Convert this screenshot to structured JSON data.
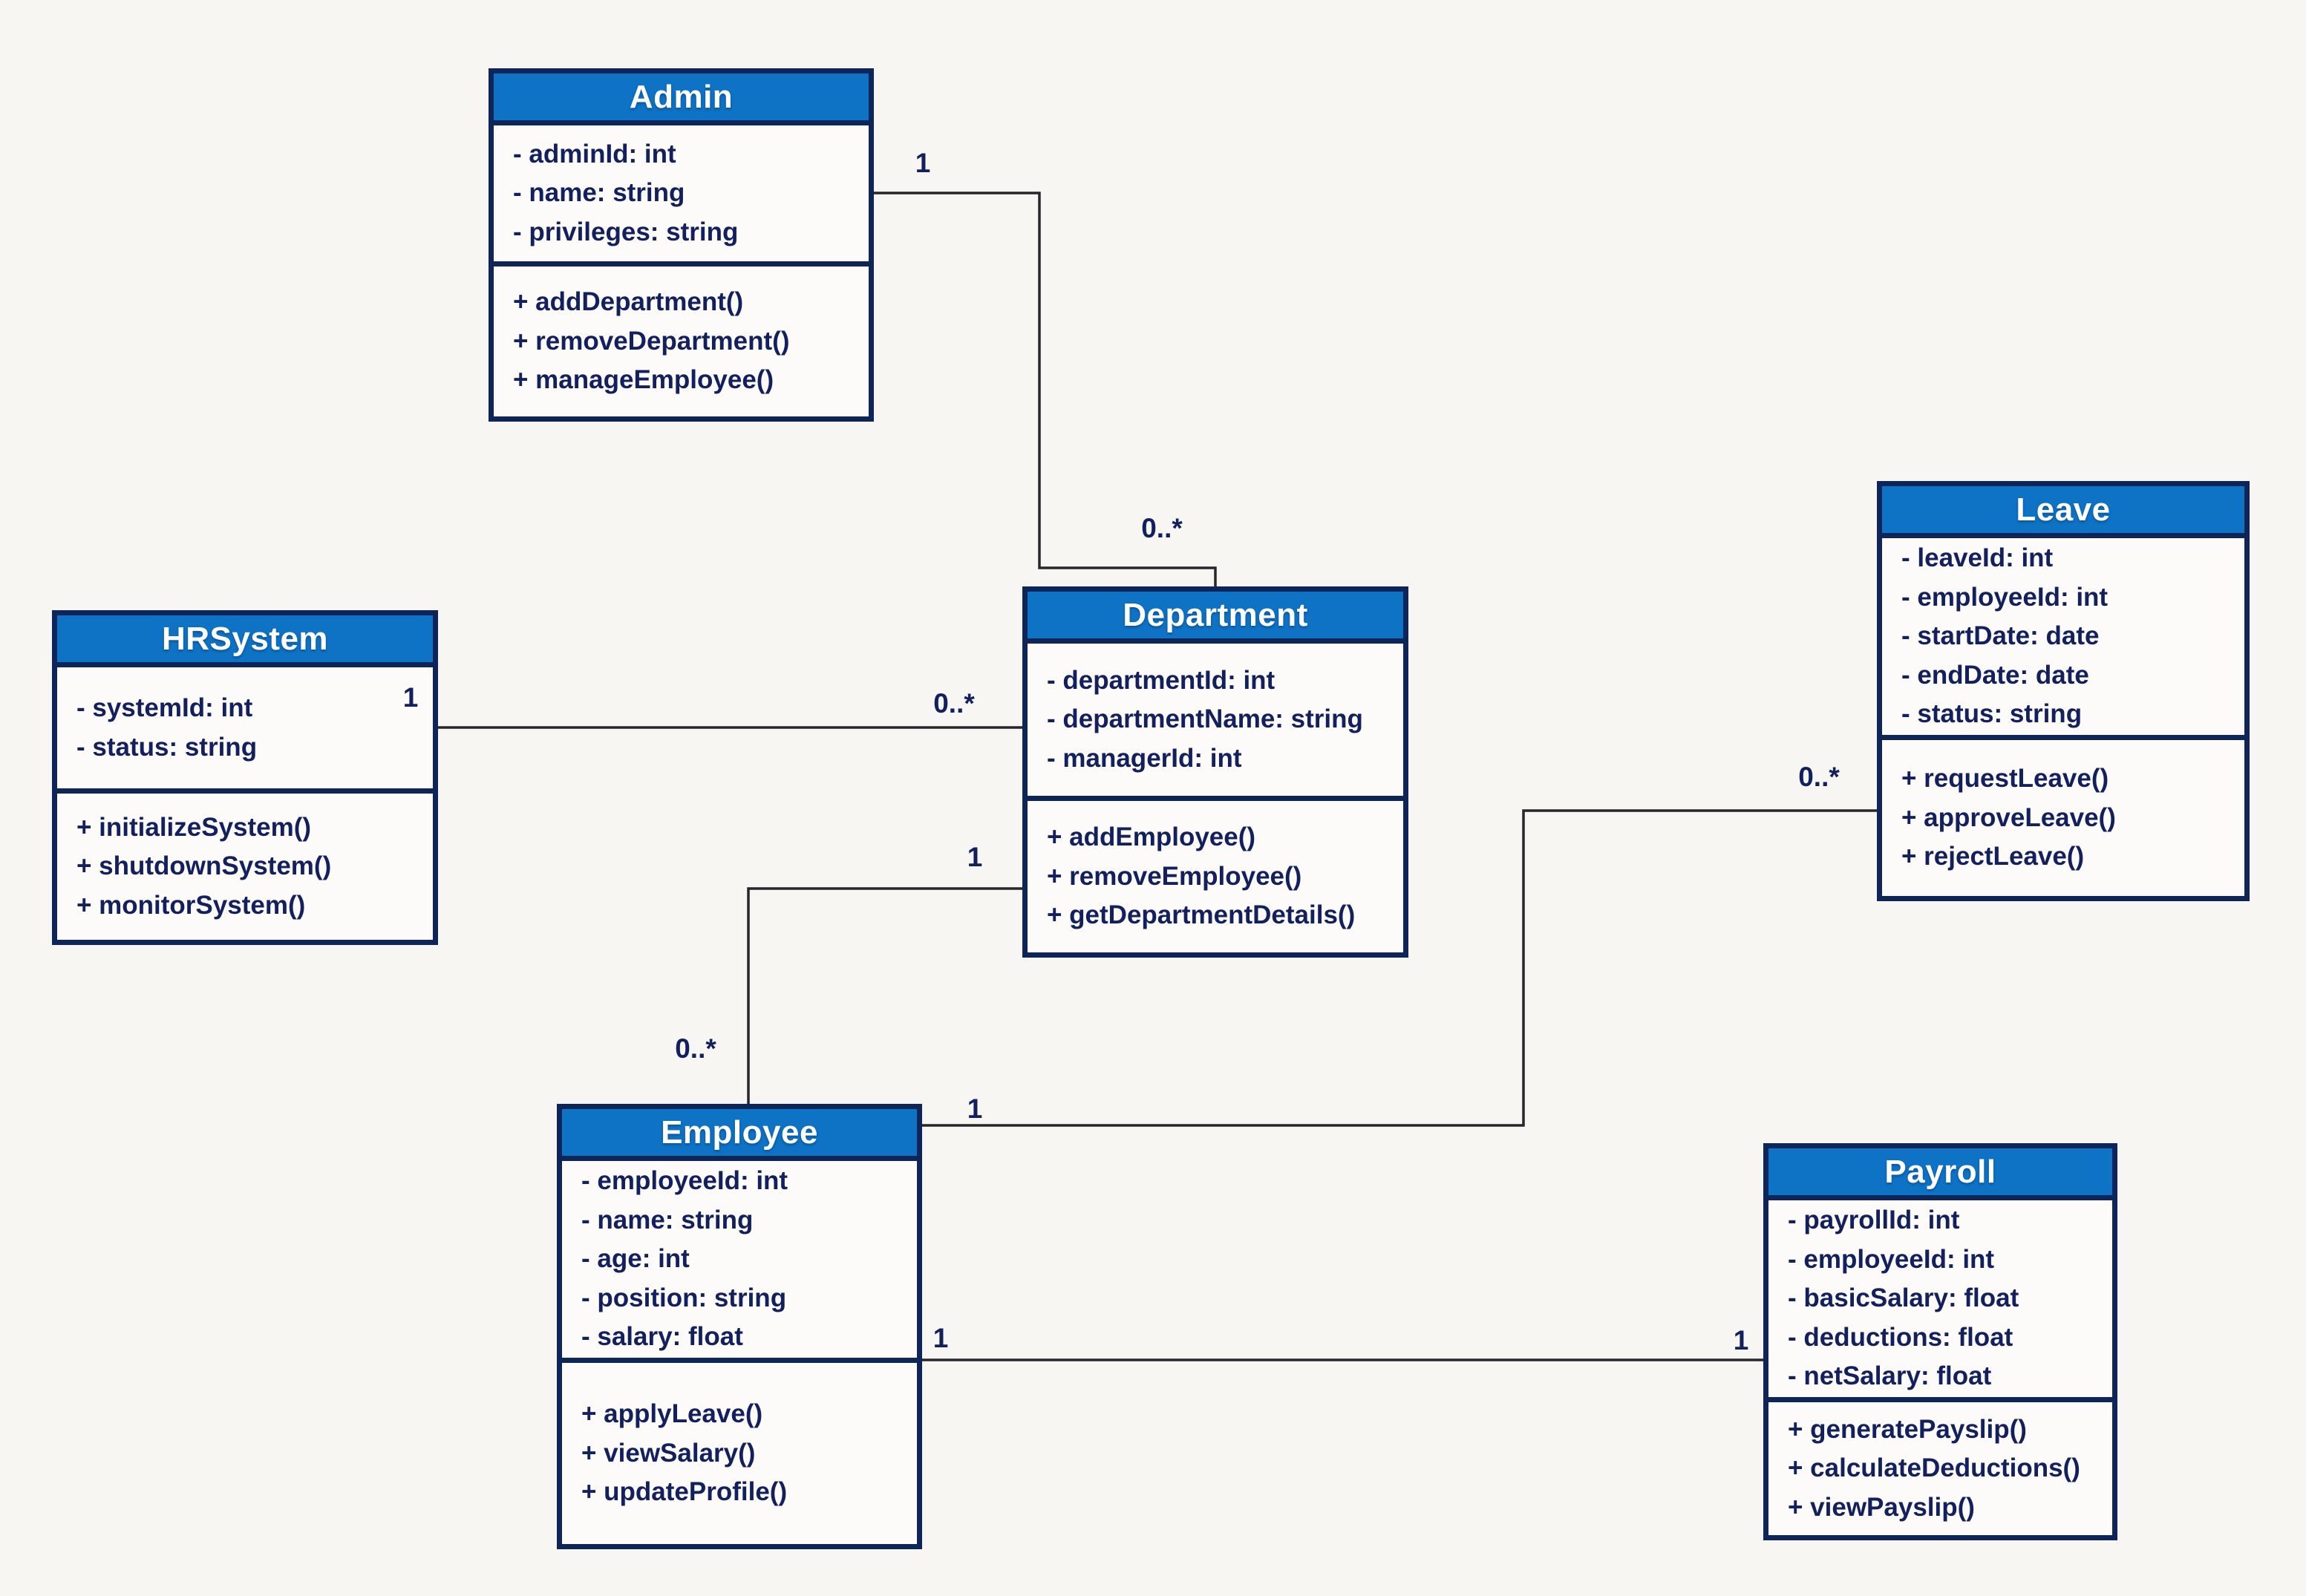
{
  "diagram": {
    "colors": {
      "background": "#f7f6f3",
      "class_fill": "#fcfbf9",
      "header_fill": "#0e72c5",
      "border": "#0d2558",
      "text": "#13205e",
      "connector": "#26262b",
      "title_text": "#ffffff"
    },
    "classes": [
      {
        "id": "admin",
        "name": "Admin",
        "attributes": [
          "- adminId: int",
          "- name: string",
          "- privileges: string"
        ],
        "methods": [
          "+ addDepartment()",
          "+ removeDepartment()",
          "+ manageEmployee()"
        ]
      },
      {
        "id": "hrsystem",
        "name": "HRSystem",
        "attributes": [
          "- systemId: int",
          "- status: string"
        ],
        "methods": [
          "+ initializeSystem()",
          "+ shutdownSystem()",
          "+ monitorSystem()"
        ]
      },
      {
        "id": "department",
        "name": "Department",
        "attributes": [
          "- departmentId: int",
          "- departmentName: string",
          "- managerId: int"
        ],
        "methods": [
          "+ addEmployee()",
          "+ removeEmployee()",
          "+ getDepartmentDetails()"
        ]
      },
      {
        "id": "leave",
        "name": "Leave",
        "attributes": [
          "- leaveId: int",
          "- employeeId: int",
          "- startDate: date",
          "- endDate: date",
          "- status: string"
        ],
        "methods": [
          "+ requestLeave()",
          "+ approveLeave()",
          "+ rejectLeave()"
        ]
      },
      {
        "id": "employee",
        "name": "Employee",
        "attributes": [
          "- employeeId: int",
          "- name: string",
          "- age: int",
          "- position: string",
          "- salary: float"
        ],
        "methods": [
          "+ applyLeave()",
          "+ viewSalary()",
          "+ updateProfile()"
        ]
      },
      {
        "id": "payroll",
        "name": "Payroll",
        "attributes": [
          "- payrollId: int",
          "- employeeId: int",
          "- basicSalary: float",
          "- deductions: float",
          "- netSalary: float"
        ],
        "methods": [
          "+ generatePayslip()",
          "+ calculateDeductions()",
          "+ viewPayslip()"
        ]
      }
    ],
    "associations": [
      {
        "from": "Admin",
        "to": "Department",
        "from_label": "1",
        "to_label": "0..*"
      },
      {
        "from": "HRSystem",
        "to": "Department",
        "from_label": "1",
        "to_label": "0..*"
      },
      {
        "from": "Department",
        "to": "Employee",
        "from_label": "1",
        "to_label": "0..*"
      },
      {
        "from": "Employee",
        "to": "Leave",
        "from_label": "1",
        "to_label": "0..*"
      },
      {
        "from": "Employee",
        "to": "Payroll",
        "from_label": "1",
        "to_label": "1"
      }
    ]
  }
}
